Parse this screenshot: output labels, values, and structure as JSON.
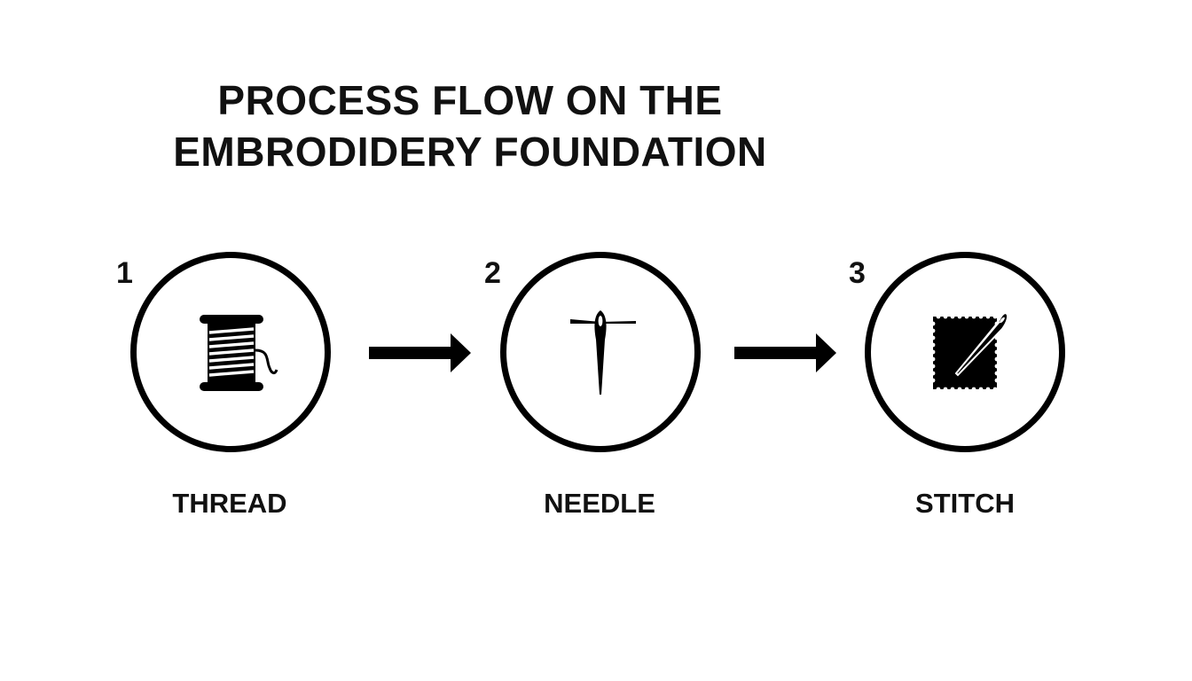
{
  "title": {
    "line1": "PROCESS FLOW ON THE",
    "line2": "EMBRODIDERY FOUNDATION"
  },
  "steps": [
    {
      "number": "1",
      "label": "THREAD",
      "icon": "thread-spool-icon"
    },
    {
      "number": "2",
      "label": "NEEDLE",
      "icon": "needle-icon"
    },
    {
      "number": "3",
      "label": "STITCH",
      "icon": "stitch-fabric-icon"
    }
  ],
  "colors": {
    "background": "#ffffff",
    "ink": "#000000"
  }
}
